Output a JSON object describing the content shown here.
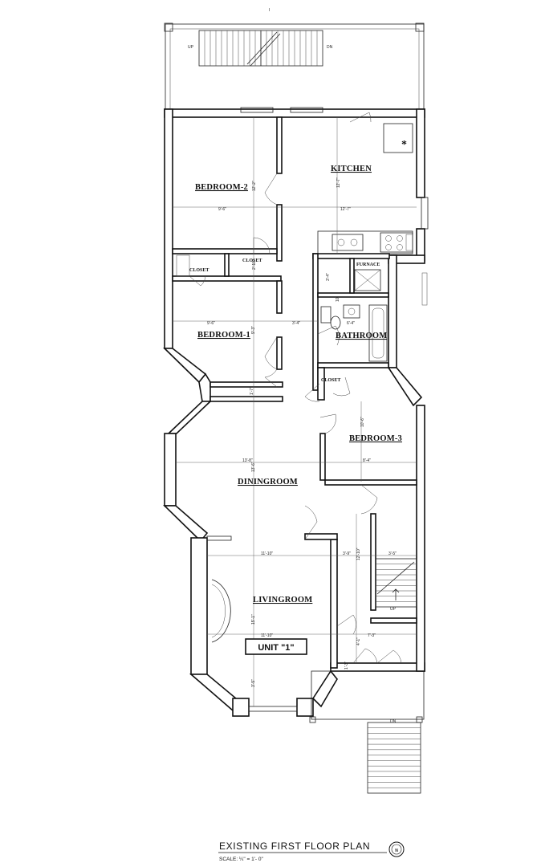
{
  "top_mark": "I",
  "rooms": {
    "kitchen": "KITCHEN",
    "bedroom2": "BEDROOM-2",
    "closet_left": "CLOSET",
    "closet_right": "CLOSET",
    "furnace": "FURNACE",
    "bedroom1": "BEDROOM-1",
    "bathroom": "BATHROOM",
    "closet_small": "CLOSET",
    "bedroom3": "BEDROOM-3",
    "diningroom": "DININGROOM",
    "livingroom": "LIVINGROOM"
  },
  "unit_label": "UNIT \"1\"",
  "stair_labels": {
    "rear_up": "UP",
    "rear_dn": "DN",
    "interior_up": "UP",
    "front_dn": "DN"
  },
  "kitchen_symbol": "*",
  "dimensions": {
    "bed2_width": "9'-6\"",
    "bed2_depth": "12'-2\"",
    "kitchen_depth": "12'-7\"",
    "kitchen_width": "12'-7\"",
    "closet_depth": "2'-10\"",
    "furnace_depth": "3'-4\"",
    "bath_depth": "10'",
    "bed1_width": "9'-6\"",
    "hall_width": "3'-4\"",
    "bath_width": "6'-4\"",
    "bed1_depth": "9'-3\"",
    "bed3_depth": "10'-6\"",
    "vestibule_depth": "1'-7\"",
    "dining_depth": "13'-6\"",
    "dining_width": "13'-8\"",
    "bed3_width": "8'-4\"",
    "living_width_top": "11'-10\"",
    "hall_width_2": "3'-9\"",
    "stair_depth": "12'-10\"",
    "stair_width": "3'-5\"",
    "living_depth": "15'-1\"",
    "living_width_bottom": "11'-10\"",
    "stair_landing_w": "7'-3\"",
    "stair_landing_d": "4'-1\"",
    "bay_depth": "3'-5\"",
    "entry_depth": "1'-3\""
  },
  "title": {
    "main": "EXISTING FIRST FLOOR PLAN",
    "scale": "SCALE: ¼\" = 1'- 0\"",
    "north": "N"
  }
}
